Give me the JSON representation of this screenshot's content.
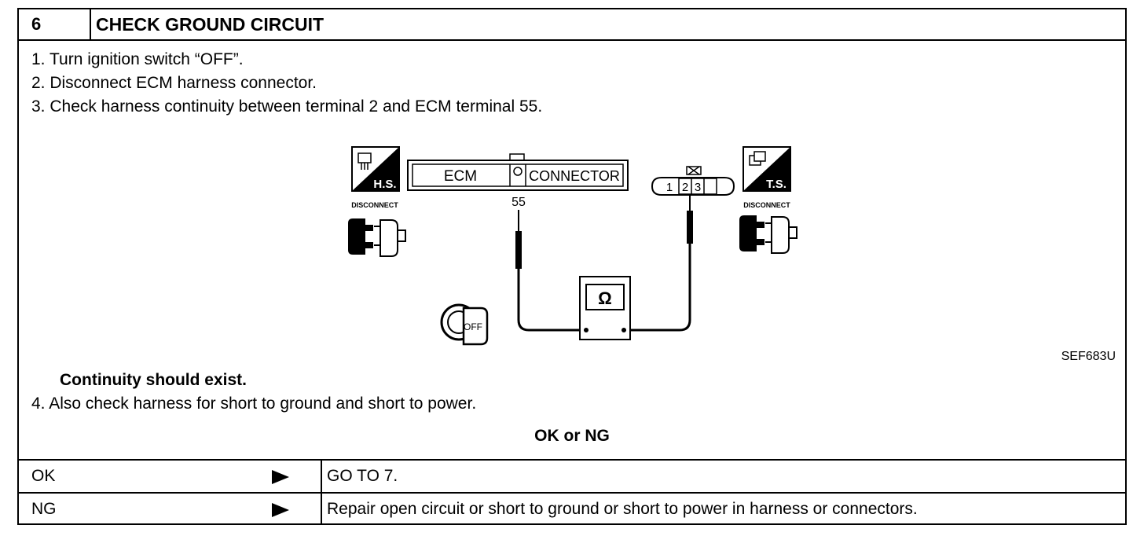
{
  "header": {
    "number": "6",
    "title": "CHECK GROUND CIRCUIT"
  },
  "steps": [
    "1.  Turn ignition switch “OFF”.",
    "2.  Disconnect ECM harness connector.",
    "3.  Check harness continuity between terminal 2 and ECM terminal 55."
  ],
  "diagram": {
    "ecm_label": "ECM",
    "connector_label": "CONNECTOR",
    "terminal_55": "55",
    "connector_pins": [
      "1",
      "2",
      "3"
    ],
    "hs_label": "H.S.",
    "ts_label": "T.S.",
    "disconnect_left": "DISCONNECT",
    "disconnect_right": "DISCONNECT",
    "ohm_symbol": "Ω",
    "key_label": "OFF",
    "figure_code": "SEF683U"
  },
  "result_note": "Continuity should exist.",
  "step4": "4.  Also check harness for short to ground and short to power.",
  "ok_ng_label": "OK or NG",
  "outcomes": [
    {
      "label": "OK",
      "action": "GO TO 7."
    },
    {
      "label": "NG",
      "action": "Repair open circuit or short to ground or short to power in harness or connectors."
    }
  ]
}
